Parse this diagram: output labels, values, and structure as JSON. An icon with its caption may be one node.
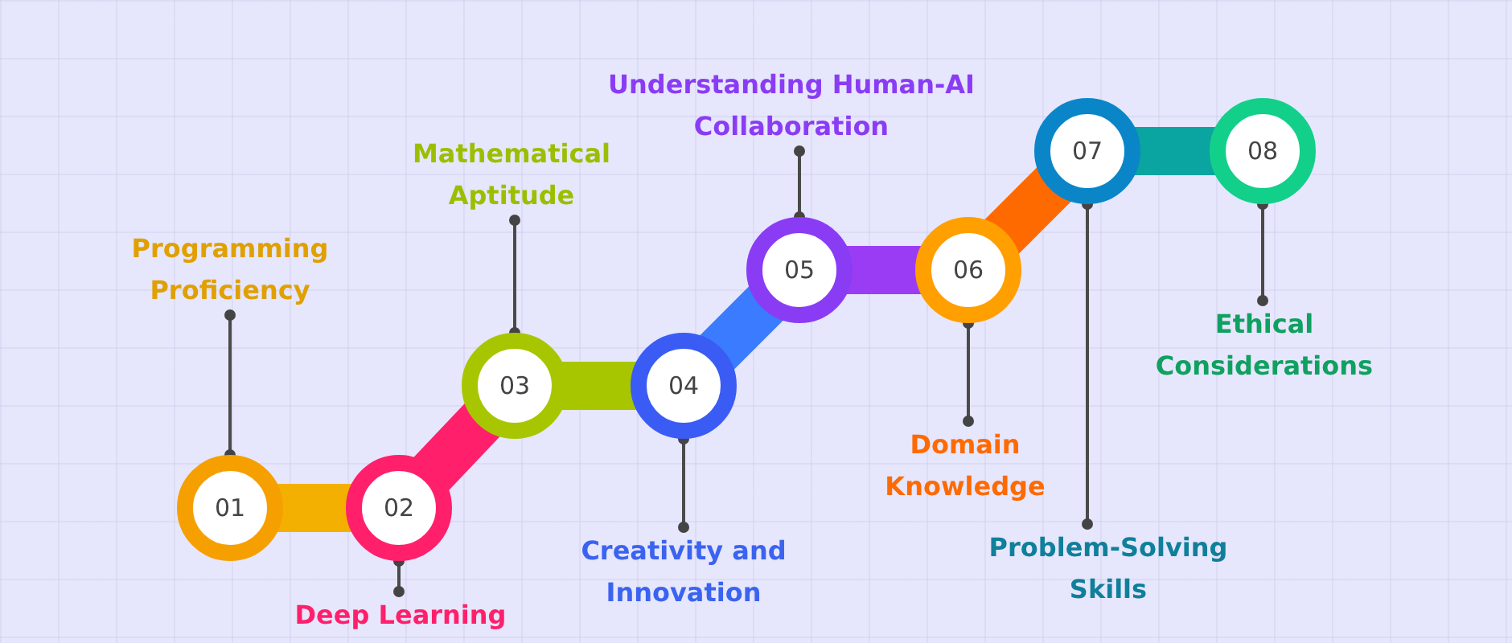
{
  "diagram": {
    "nodes": [
      {
        "text": [
          "01"
        ]
      },
      {
        "text": [
          "02"
        ]
      },
      {
        "text": [
          "03"
        ]
      },
      {
        "text": [
          "04"
        ]
      },
      {
        "text": [
          "05"
        ]
      },
      {
        "text": [
          "06"
        ]
      },
      {
        "text": [
          "07"
        ]
      },
      {
        "text": [
          "08"
        ]
      },
      {
        "text": [
          "Programming Proficiency"
        ]
      },
      {
        "text": [
          "Deep Learning"
        ]
      },
      {
        "text": [
          "Mathematical Aptitude"
        ]
      },
      {
        "text": [
          "Creativity and Innovation"
        ]
      },
      {
        "text": [
          "Understanding Human-AI Collaboration"
        ]
      },
      {
        "text": [
          "Domain Knowledge"
        ]
      },
      {
        "text": [
          "Problem-Solving Skills"
        ]
      },
      {
        "text": [
          "Ethical Considerations"
        ]
      }
    ],
    "edges": [
      {
        "from": 0,
        "to": 1,
        "arrow": "none",
        "style": "thick",
        "color": "#f4b000"
      },
      {
        "from": 1,
        "to": 2,
        "arrow": "none",
        "style": "thick",
        "color": "#ff1f6b"
      },
      {
        "from": 2,
        "to": 3,
        "arrow": "none",
        "style": "thick",
        "color": "#a8c600"
      },
      {
        "from": 3,
        "to": 4,
        "arrow": "none",
        "style": "thick",
        "color": "#3a7bff"
      },
      {
        "from": 4,
        "to": 5,
        "arrow": "none",
        "style": "thick",
        "color": "#9b3cf5"
      },
      {
        "from": 5,
        "to": 6,
        "arrow": "none",
        "style": "thick",
        "color": "#ff6a00"
      },
      {
        "from": 6,
        "to": 7,
        "arrow": "none",
        "style": "thick",
        "color": "#0aa5a0"
      },
      {
        "from": 8,
        "to": 0,
        "arrow": "other"
      },
      {
        "from": 9,
        "to": 1,
        "arrow": "other"
      },
      {
        "from": 10,
        "to": 2,
        "arrow": "other"
      },
      {
        "from": 11,
        "to": 3,
        "arrow": "other"
      },
      {
        "from": 12,
        "to": 4,
        "arrow": "other"
      },
      {
        "from": 13,
        "to": 5,
        "arrow": "other"
      },
      {
        "from": 14,
        "to": 6,
        "arrow": "other"
      },
      {
        "from": 15,
        "to": 7,
        "arrow": "other"
      }
    ]
  }
}
